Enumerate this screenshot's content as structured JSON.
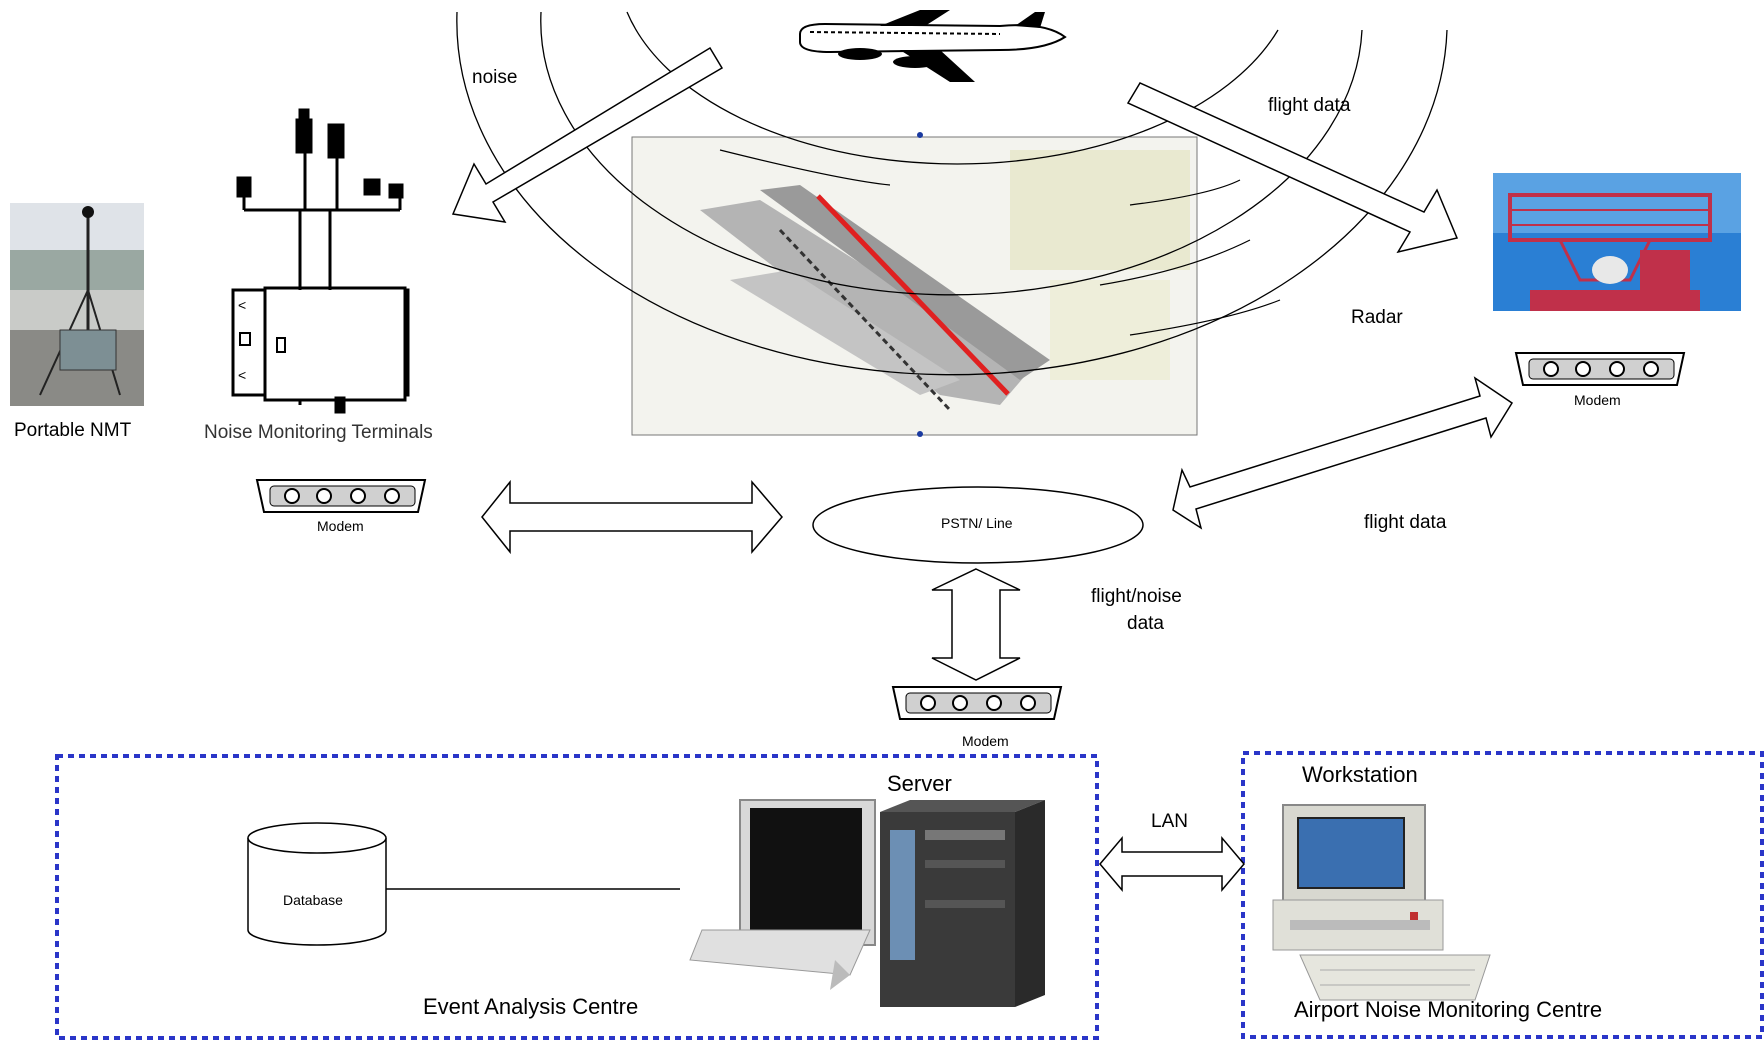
{
  "labels": {
    "portable_nmt": "Portable NMT",
    "noise_terminals": "Noise Monitoring Terminals",
    "noise": "noise",
    "flight_data_top": "flight data",
    "radar": "Radar",
    "modem_left": "Modem",
    "modem_right": "Modem",
    "modem_center": "Modem",
    "pstn": "PSTN/ Line",
    "flight_data_right": "flight data",
    "flight_noise_line1": "flight/noise",
    "flight_noise_line2": "data",
    "server": "Server",
    "database": "Database",
    "event_centre": "Event Analysis Centre",
    "lan": "LAN",
    "workstation": "Workstation",
    "airport_centre": "Airport Noise Monitoring Centre"
  },
  "icons": {
    "airplane": "airplane-icon",
    "nmt_terminal": "noise-terminal-icon",
    "portable_nmt": "portable-nmt-photo",
    "radar": "radar-photo",
    "airport_map": "airport-map",
    "server": "server-computer-icon",
    "workstation": "workstation-computer-icon"
  },
  "colors": {
    "frame_border": "#2a35c8",
    "runway": "#e02020",
    "radar_sky": "#2a7fd4"
  }
}
